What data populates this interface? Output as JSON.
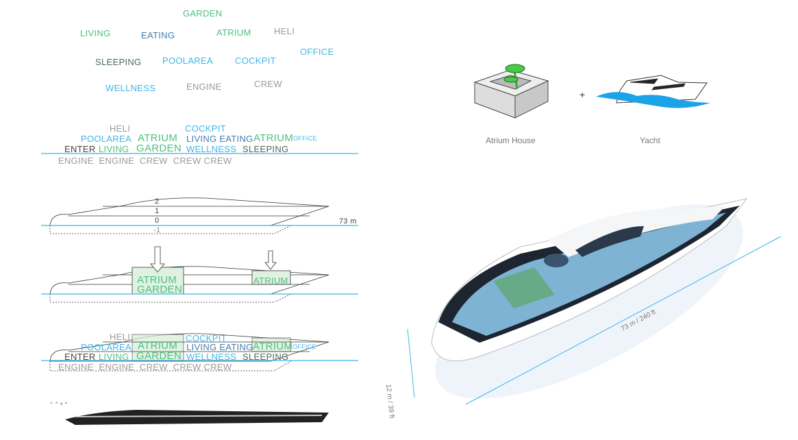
{
  "word_cloud": {
    "garden": "GARDEN",
    "living": "LIVING",
    "eating": "EATING",
    "atrium": "ATRIUM",
    "heli": "HELI",
    "office": "OFFICE",
    "sleeping": "SLEEPING",
    "poolarea": "POOLAREA",
    "cockpit": "COCKPIT",
    "wellness": "WELLNESS",
    "engine": "ENGINE",
    "crew": "CREW"
  },
  "stack": {
    "heli": "HELI",
    "cockpit": "COCKPIT",
    "poolarea": "POOLAREA",
    "atrium1": "ATRIUM",
    "living_eating": "LIVING EATING",
    "atrium2": "ATRIUM",
    "office": "OFFICE",
    "enter": "ENTER",
    "living": "LIVING",
    "garden": "GARDEN",
    "wellness": "WELLNESS",
    "sleeping": "SLEEPING",
    "below": "ENGINE  ENGINE  CREW  CREW CREW"
  },
  "decks": {
    "levels": [
      "2",
      "1",
      "0",
      "-1"
    ],
    "length": "73 m"
  },
  "atrium_insert": {
    "atrium": "ATRIUM",
    "garden": "GARDEN",
    "atrium2": "ATRIUM"
  },
  "concept": {
    "house": "Atrium House",
    "plus": "+",
    "yacht": "Yacht"
  },
  "render": {
    "length": "73 m / 240 ft",
    "height": "12 m / 39 ft"
  },
  "colors": {
    "water": "#3fb5e6",
    "green": "#4fbf7f"
  }
}
